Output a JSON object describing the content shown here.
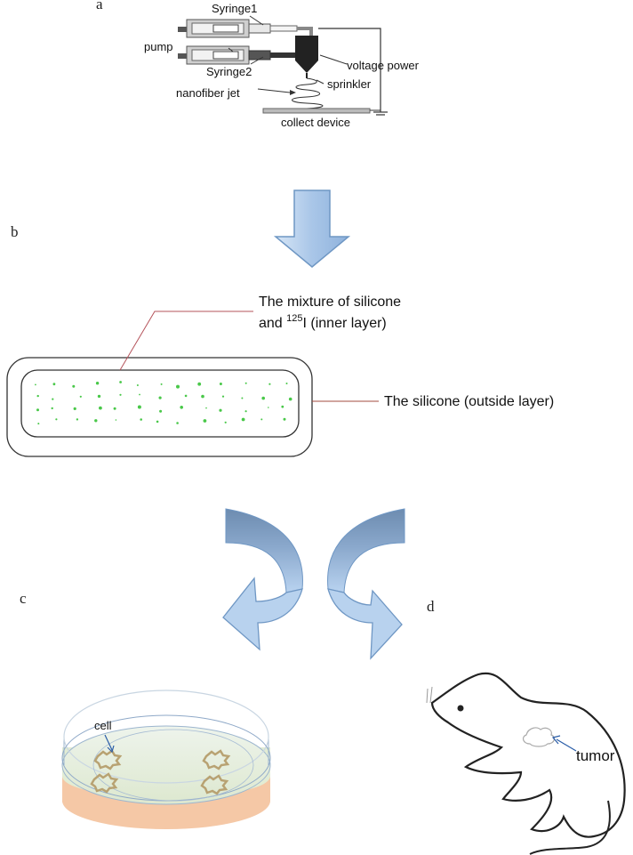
{
  "panels": {
    "a": "a",
    "b": "b",
    "c": "c",
    "d": "d"
  },
  "electrospinning": {
    "syringe1": "Syringe1",
    "syringe2": "Syringe2",
    "pump": "pump",
    "voltage_power": "voltage power",
    "sprinkler": "sprinkler",
    "nanofiber_jet": "nanofiber jet",
    "collect_device": "collect device"
  },
  "seed": {
    "inner_label_line1": "The mixture of silicone",
    "inner_label_and": "and ",
    "inner_label_isotope_sup": "125",
    "inner_label_rest": "I (inner layer)",
    "outer_label": "The silicone (outside layer)"
  },
  "dish": {
    "cell_label": "cell"
  },
  "mouse": {
    "tumor_label": "tumor"
  },
  "colors": {
    "arrow_fill_light": "#b8d2ee",
    "arrow_fill_dark": "#6e8fb3",
    "arrow_stroke": "#6f97c4",
    "leader_line": "#b5535b",
    "dot_green": "#49c849",
    "dish_bottom": "#f5c8a6",
    "dish_medium": "#e6eedc",
    "cell_color": "#b8a272",
    "tumor_arrow": "#2a5da8"
  }
}
